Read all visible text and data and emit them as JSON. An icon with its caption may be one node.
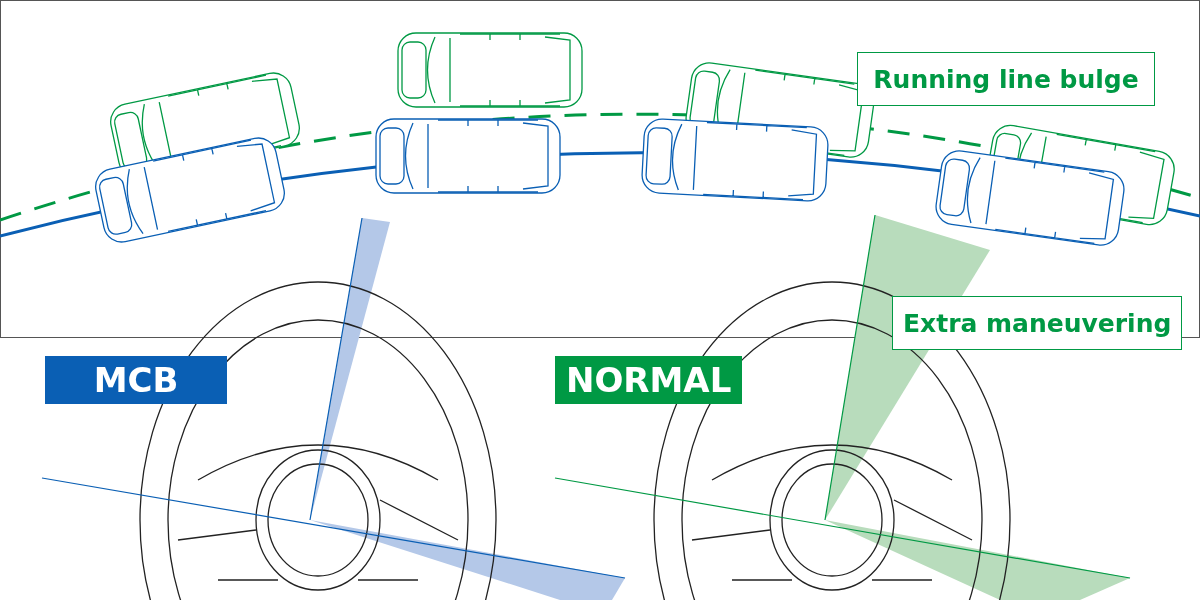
{
  "diagram": {
    "nodes": [
      {
        "text": [
          "Running line bulge"
        ]
      },
      {
        "text": [
          "Extra maneuvering"
        ]
      },
      {
        "text": [
          "MCB"
        ]
      },
      {
        "text": [
          "NORMAL"
        ]
      }
    ]
  }
}
